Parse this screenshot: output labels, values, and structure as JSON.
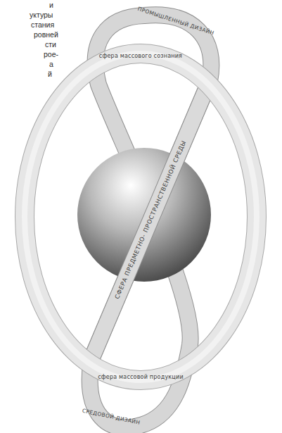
{
  "diagram": {
    "nodes": [
      {
        "text": [
          "сфера массового сознания",
          "сфера массовой продукции"
        ]
      },
      {
        "text": [
          "ПРОМЫШЛЕННЫЙ ДИЗАЙН",
          "СФЕРА ПРЕДМЕТНО- ПРОСТРАНСТВЕННОЙ СРЕДЫ",
          "СРЕДОВОЙ ДИЗАЙН"
        ]
      }
    ],
    "labels": [
      "и",
      "уктуры",
      "стания",
      "ровней",
      "сти",
      "рое-",
      "а",
      "й"
    ]
  }
}
